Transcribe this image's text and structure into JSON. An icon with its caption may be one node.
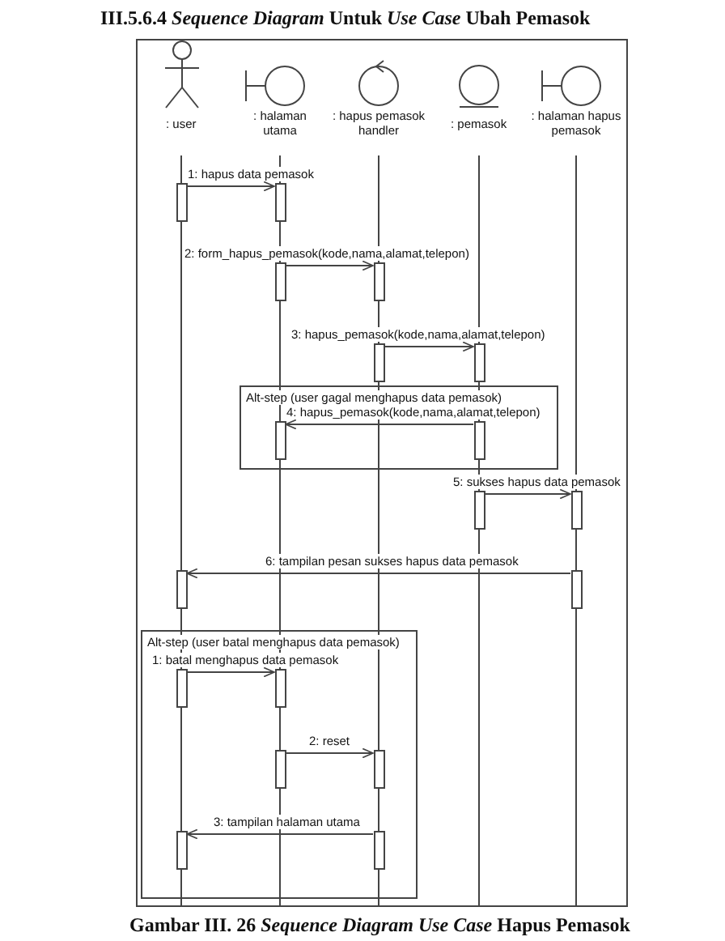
{
  "diagram": {
    "title": "III.5.6.4 *Sequence Diagram* Untuk *Use Case* Ubah Pemasok",
    "caption": "Gambar III. 26 *Sequence Diagram Use Case* Hapus Pemasok",
    "nodes": [
      {
        "text": [
          ": user"
        ]
      },
      {
        "text": [
          ": halaman utama"
        ]
      },
      {
        "text": [
          ": hapus pemasok handler"
        ]
      },
      {
        "text": [
          ": pemasok"
        ]
      },
      {
        "text": [
          ": halaman hapus pemasok"
        ]
      },
      {
        "text": [],
        "shape": "bar"
      },
      {
        "text": [],
        "shape": "bar"
      },
      {
        "text": [],
        "shape": "bar"
      },
      {
        "text": [],
        "shape": "bar"
      },
      {
        "text": [],
        "shape": "bar"
      },
      {
        "text": [],
        "shape": "bar"
      },
      {
        "text": [
          "Alt-step (user gagal menghapus data pemasok)"
        ]
      },
      {
        "text": [],
        "shape": "bar",
        "in": 11
      },
      {
        "text": [],
        "shape": "bar",
        "in": 11
      },
      {
        "text": [],
        "shape": "bar"
      },
      {
        "text": [],
        "shape": "bar"
      },
      {
        "text": [],
        "shape": "bar"
      },
      {
        "text": [],
        "shape": "bar"
      },
      {
        "text": [
          "Alt-step (user batal menghapus data pemasok)"
        ]
      },
      {
        "text": [],
        "shape": "bar",
        "in": 18
      },
      {
        "text": [],
        "shape": "bar",
        "in": 18
      },
      {
        "text": [],
        "shape": "bar",
        "in": 18
      },
      {
        "text": [],
        "shape": "bar",
        "in": 18
      },
      {
        "text": [],
        "shape": "bar",
        "in": 18
      },
      {
        "text": [],
        "shape": "bar",
        "in": 18
      }
    ],
    "edges": [
      {
        "from": 5,
        "to": 6,
        "arrow": "to",
        "label": "1: hapus data pemasok"
      },
      {
        "from": 7,
        "to": 8,
        "arrow": "to",
        "label": "2: form_hapus_pemasok(kode,nama,alamat,telepon)"
      },
      {
        "from": 9,
        "to": 10,
        "arrow": "to",
        "label": "3: hapus_pemasok(kode,nama,alamat,telepon)"
      },
      {
        "from": 13,
        "to": 12,
        "arrow": "to",
        "label": "4: hapus_pemasok(kode,nama,alamat,telepon)"
      },
      {
        "from": 14,
        "to": 15,
        "arrow": "to",
        "label": "5: sukses hapus data pemasok"
      },
      {
        "from": 17,
        "to": 16,
        "arrow": "to",
        "label": "6: tampilan pesan sukses hapus data pemasok"
      },
      {
        "from": 19,
        "to": 20,
        "arrow": "to",
        "label": "1: batal menghapus data pemasok"
      },
      {
        "from": 21,
        "to": 22,
        "arrow": "to",
        "label": "2: reset"
      },
      {
        "from": 24,
        "to": 23,
        "arrow": "to",
        "label": "3: tampilan halaman utama"
      }
    ]
  }
}
